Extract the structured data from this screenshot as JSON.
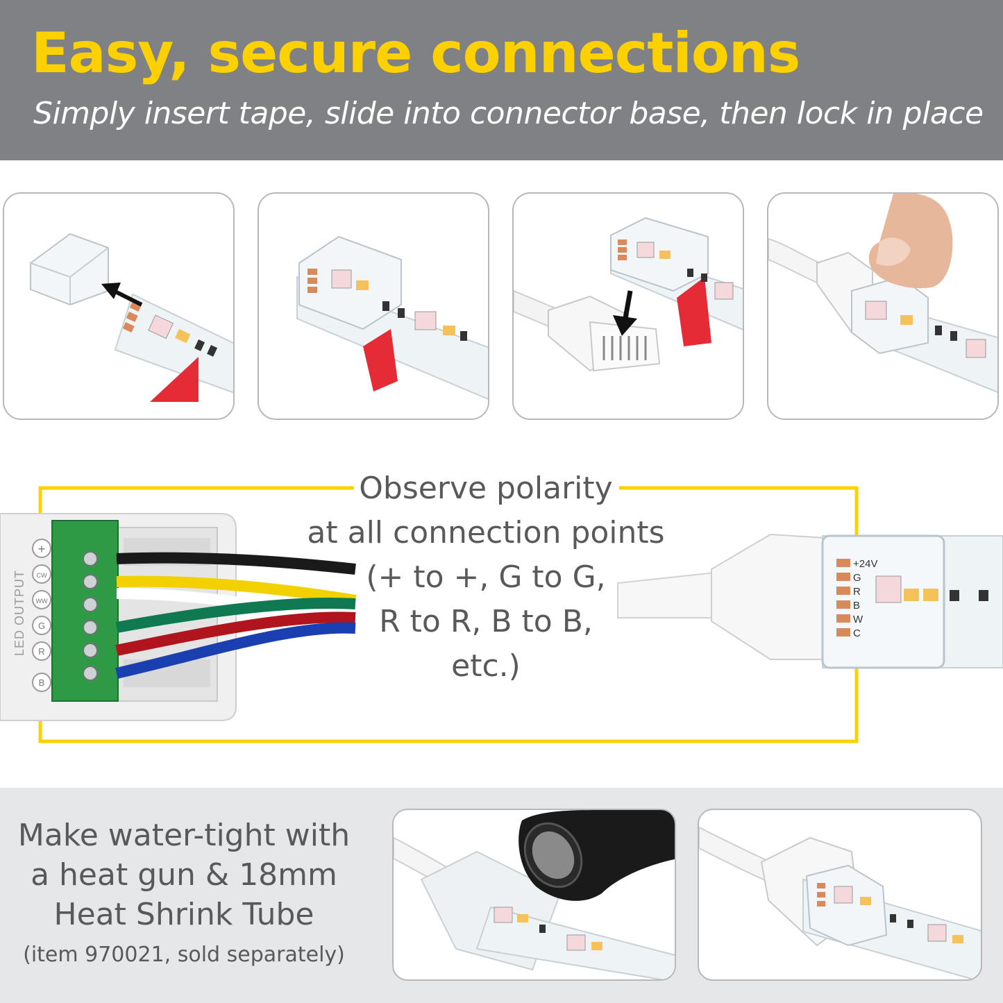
{
  "header": {
    "title": "Easy, secure connections",
    "subtitle": "Simply insert tape, slide into connector base, then lock in place"
  },
  "polarity": {
    "lines": [
      "Observe polarity",
      "at all connection points",
      "(+ to +, G to G,",
      "R to R, B to B,",
      "etc.)"
    ]
  },
  "controller": {
    "label": "LED OUTPUT",
    "terminals": [
      "+",
      "CW",
      "WW",
      "G",
      "R",
      "B"
    ]
  },
  "connector_pins": [
    "+24V",
    "G",
    "R",
    "B",
    "W",
    "C"
  ],
  "watertight": {
    "lines": [
      "Make water-tight with",
      "a heat gun & 18mm",
      "Heat Shrink Tube"
    ],
    "note": "(item 970021, sold separately)"
  },
  "colors": {
    "accent": "#fdd000",
    "header_bg": "#808184",
    "bottom_bg": "#e6e7e8",
    "text": "#58595b"
  }
}
